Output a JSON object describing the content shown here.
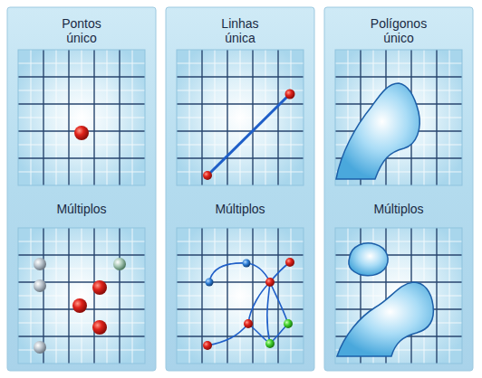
{
  "diagram": {
    "nodes": [
      {
        "text": [
          "Pontos único",
          "Múltiplos"
        ]
      },
      {
        "text": [
          "Linhas única",
          "Múltiplos"
        ]
      },
      {
        "text": [
          "Polígonos único",
          "Múltiplos"
        ]
      }
    ]
  }
}
